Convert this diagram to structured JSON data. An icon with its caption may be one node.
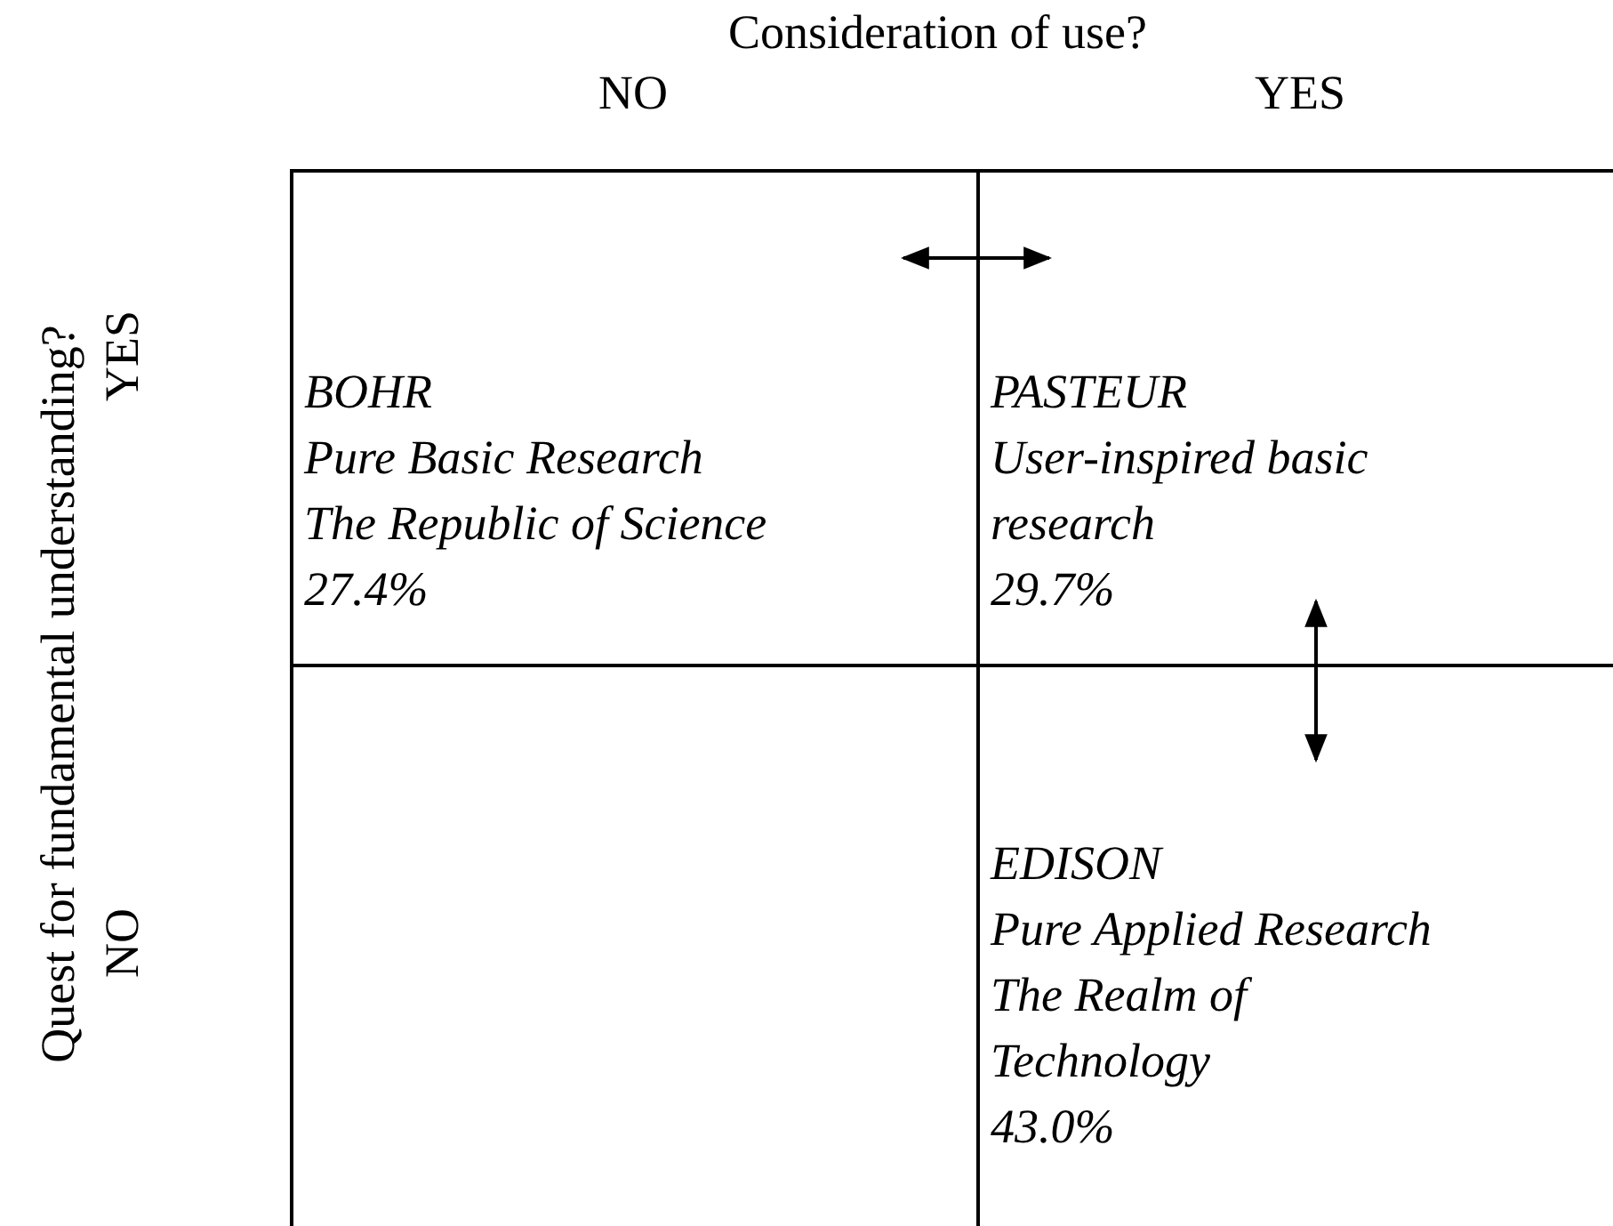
{
  "diagram": {
    "nodes": [
      {
        "text": [
          "BOHR",
          "Pure Basic Research",
          "The Republic of Science",
          "27.4%"
        ]
      },
      {
        "text": [
          "PASTEUR",
          "User-inspired basic research",
          "29.7%"
        ]
      },
      {
        "text": [],
        "shape": "box"
      },
      {
        "text": [
          "EDISON",
          "Pure Applied Research",
          "The Realm of Technology",
          "43.0%"
        ]
      }
    ],
    "edges": [
      {
        "from": 0,
        "to": 1,
        "arrow": "both"
      },
      {
        "from": 1,
        "to": 3,
        "arrow": "both"
      }
    ],
    "labels": [
      "Consideration of use?",
      "NO",
      "YES",
      "Quest for fundamental understanding?",
      "YES",
      "NO"
    ]
  }
}
